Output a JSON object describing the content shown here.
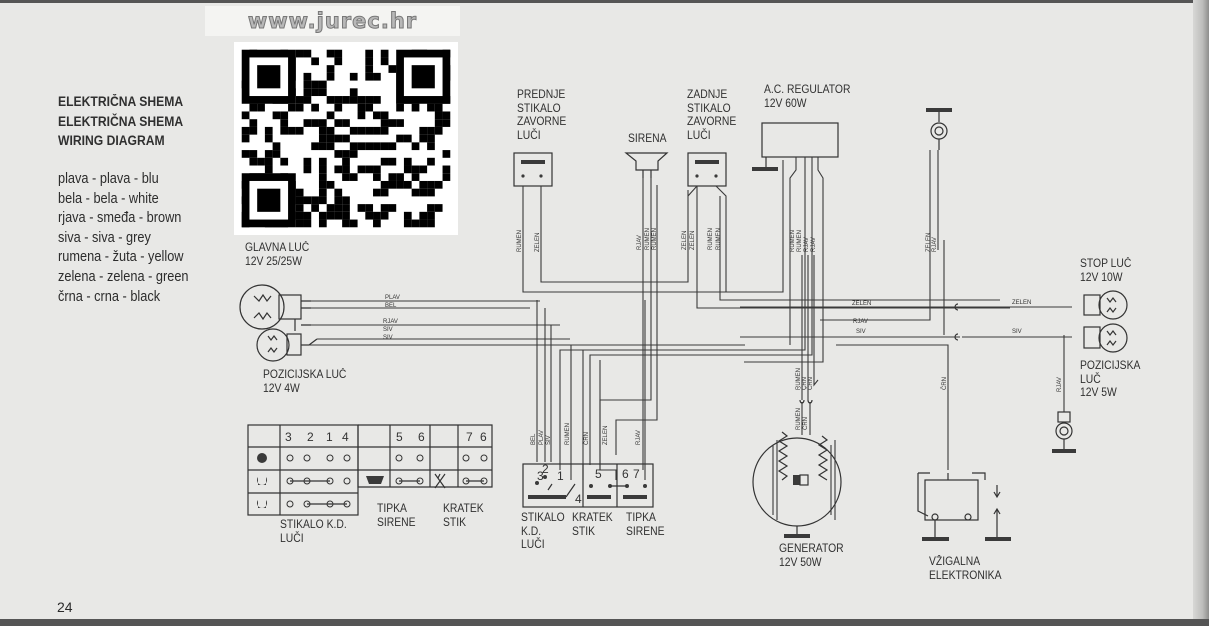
{
  "watermark": "www.jurec.hr",
  "title": [
    "ELEKTRIČNA SHEMA",
    "ELEKTRIČNA SHEMA",
    "WIRING DIAGRAM"
  ],
  "color_legend": [
    "plava - plava - blu",
    "bela - bela - white",
    "rjava - smeđa - brown",
    "siva - siva - grey",
    "rumena - žuta - yellow",
    "zelena - zelena - green",
    "črna - crna - black"
  ],
  "components": {
    "headlamp": {
      "name": "GLAVNA LUČ",
      "rating": "12V 25/25W"
    },
    "position_front": {
      "name": "POZICIJSKA LUČ",
      "rating": "12V 4W"
    },
    "front_brake_switch": [
      "PREDNJE",
      "STIKALO",
      "ZAVORNE",
      "LUČI"
    ],
    "horn": "SIRENA",
    "rear_brake_switch": [
      "ZADNJE",
      "STIKALO",
      "ZAVORNE",
      "LUČI"
    ],
    "regulator": {
      "name": "A.C. REGULATOR",
      "rating": "12V 60W"
    },
    "stop_lamp": {
      "name": "STOP LUČ",
      "rating": "12V 10W"
    },
    "position_rear": {
      "name": [
        "POZICIJSKA",
        "LUČ"
      ],
      "rating": "12V 5W"
    },
    "generator": {
      "name": "GENERATOR",
      "rating": "12V 50W"
    },
    "ignition": [
      "VŽIGALNA",
      "ELEKTRONIKA"
    ]
  },
  "switch_table": {
    "light_switch_numbers": [
      "3",
      "2",
      "1",
      "4"
    ],
    "horn_numbers": [
      "5",
      "6"
    ],
    "kill_numbers": [
      "7",
      "6"
    ],
    "labels": {
      "light_switch": [
        "STIKALO K.D.",
        "LUČI"
      ],
      "horn_button": [
        "TIPKA",
        "SIRENE"
      ],
      "kill_switch": [
        "KRATEK",
        "STIK"
      ]
    }
  },
  "handlebar_switch": {
    "numbers": [
      "3",
      "2",
      "1",
      "4",
      "5",
      "6",
      "7"
    ],
    "labels": {
      "light_switch": [
        "STIKALO",
        "K.D.",
        "LUČI"
      ],
      "kill_switch": [
        "KRATEK",
        "STIK"
      ],
      "horn_button": [
        "TIPKA",
        "SIRENE"
      ]
    }
  },
  "wire_labels": {
    "headlamp": [
      "PLAV",
      "BEL",
      "RJAV",
      "SIV",
      "SIV"
    ],
    "front_brake": [
      "RUMEN",
      "ZELEN"
    ],
    "horn": [
      "RJAV",
      "RUMEN",
      "RUMEN"
    ],
    "rear_brake": [
      "ZELEN",
      "ZELEN",
      "RUMEN",
      "RUMEN"
    ],
    "regulator": [
      "RUMEN",
      "RUMEN",
      "RJAV",
      "RJAV"
    ],
    "tail": [
      "ZELEN",
      "RJAV"
    ],
    "switch": [
      "BEL",
      "PLAV",
      "SIV",
      "RUMEN",
      "ČRN",
      "ZELEN",
      "RJAV"
    ],
    "generator_upper": [
      "RUMEN",
      "ČRN",
      "ČRN"
    ],
    "generator_lower": [
      "RUMEN",
      "ČRN"
    ],
    "ignition": [
      "ČRN"
    ],
    "stop": [
      "ZELEN",
      "ZELEN"
    ],
    "position_rear": [
      "RJAV",
      "SIV",
      "SIV"
    ],
    "indicator": [
      "RJAV"
    ]
  },
  "page_number": "24"
}
